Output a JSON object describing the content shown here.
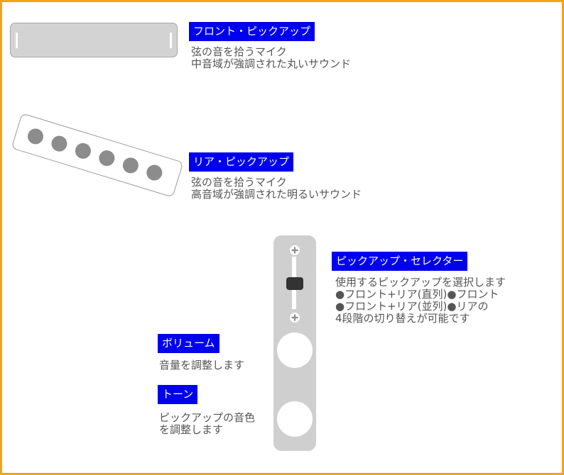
{
  "front_pickup": {
    "label": "フロント・ピックアップ",
    "desc": [
      "弦の音を拾うマイク",
      "中音域が強調された丸いサウンド"
    ]
  },
  "rear_pickup": {
    "label": "リア・ピックアップ",
    "desc": [
      "弦の音を拾うマイク",
      "高音域が強調された明るいサウンド"
    ]
  },
  "selector": {
    "label": "ピックアップ・セレクター",
    "desc": [
      "使用するピックアップを選択します",
      "●フロント+リア(直列)●フロント",
      "●フロント+リア(並列)●リアの",
      "4段階の切り替えが可能です"
    ]
  },
  "volume": {
    "label": "ボリューム",
    "desc": [
      "音量を調整します"
    ]
  },
  "tone": {
    "label": "トーン",
    "desc": [
      "ピックアップの音色",
      "を調整します"
    ]
  },
  "colors": {
    "label_bg": "#0000ee",
    "frame_border": "#f5a21b",
    "pickup_gray": "#d3d3d3",
    "pole_gray": "#8c8c8c",
    "plate_gray": "#cfcfcf",
    "lever": "#333333"
  },
  "icons": [
    "screw-icon"
  ]
}
